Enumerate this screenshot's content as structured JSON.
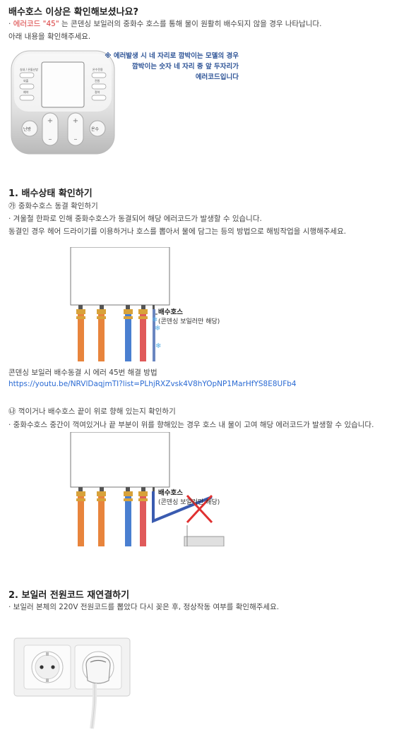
{
  "intro": {
    "title": "배수호스 이상은 확인해보셨나요?",
    "line1_prefix": "· ",
    "line1_code": "에러코드 \"45\"",
    "line1_rest": "는 콘덴싱 보일러의 중화수 호스를 통해 물이 원활히 배수되지 않을 경우 나타납니다.",
    "line2": "아래 내용을 확인해주세요.",
    "note_lines": [
      "※ 에러발생 시 네 자리로 깜박이는 모델의 경우",
      "깜박이는 숫자 네 자리 중 앞 두자리가",
      "에러코드입니다"
    ]
  },
  "controller": {
    "left_labels": [
      "실내 / 온돌난방",
      "외출",
      "예약"
    ],
    "right_labels": [
      "온수전용",
      "전원",
      "절약"
    ],
    "btn_left": "난방",
    "btn_right": "온수"
  },
  "section1": {
    "title": "1. 배수상태 확인하기",
    "sub1": "㉮ 중화수호스 동결 확인하기",
    "line1": "· 겨울철 한파로 인해 중화수호스가 동결되어 해당 에러코드가 발생할 수 있습니다.",
    "line2": "동결인 경우 헤어 드라이기를 이용하거나 호스를 뽑아서 물에 담그는 등의 방법으로 해빙작업을 시행해주세요.",
    "hose_label": "배수호스",
    "hose_sub": "(콘덴싱 보일러만 해당)",
    "video_title": "콘덴싱 보일러 배수동결 시 에러 45번 해결 방법",
    "video_url": "https://youtu.be/NRVlDaqjmTI?list=PLhjRXZvsk4V8hYOpNP1MarHfYS8E8UFb4",
    "sub2": "㉯ 꺽이거나 배수호스 끝이 위로 향해 있는지 확인하기",
    "line3": "· 중화수호스 중간이 꺽여있거나 끝 부분이 위를 향해있는 경우 호스 내 물이 고여 해당 에러코드가 발생할 수 있습니다.",
    "hose_label2": "배수호스",
    "hose_sub2": "(콘덴싱 보일러만 해당)"
  },
  "section2": {
    "title": "2. 보일러 전원코드 재연결하기",
    "line1": "· 보일러 본체의 220V 전원코드를 뽑았다 다시 꽂은 후, 정상작동 여부를 확인해주세요."
  },
  "colors": {
    "orange_pipe": "#e8843c",
    "blue_pipe": "#4a7fd0",
    "red_pipe": "#e05a5a",
    "note_blue": "#2f5597",
    "link_blue": "#2a6ad3",
    "error_red": "#d93a3a"
  }
}
